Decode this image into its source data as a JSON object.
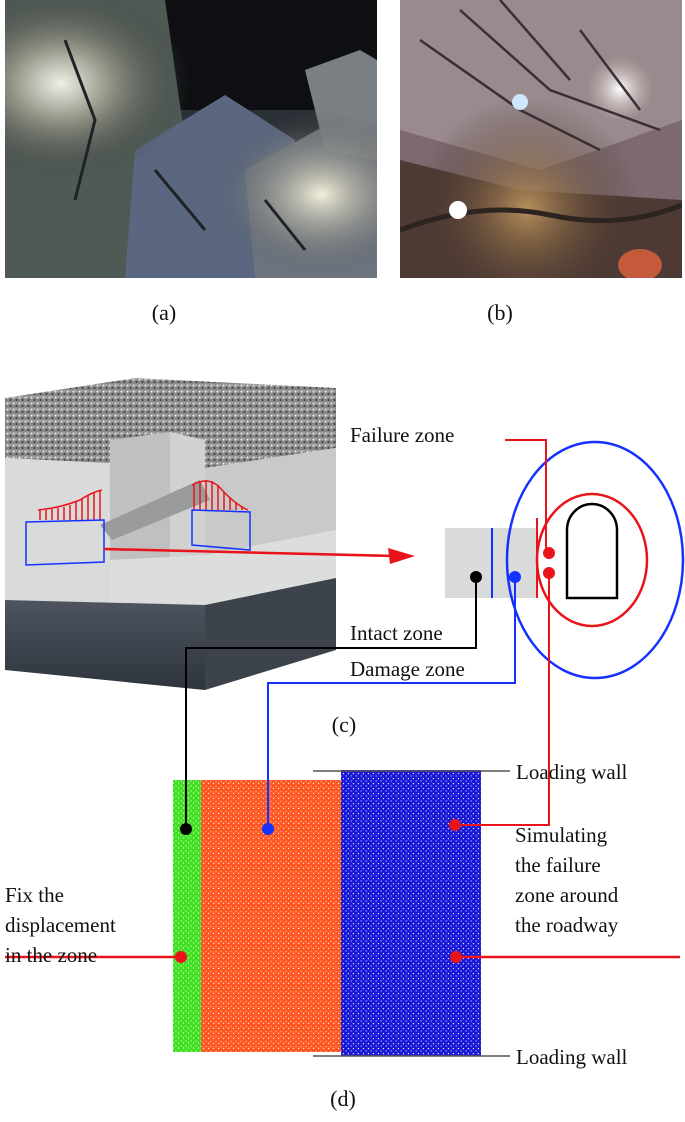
{
  "figure": {
    "panels": {
      "a": {
        "caption": "(a)"
      },
      "b": {
        "caption": "(b)"
      },
      "c": {
        "caption": "(c)"
      },
      "d": {
        "caption": "(d)"
      }
    },
    "zone_labels": {
      "failure": "Failure zone",
      "intact": "Intact zone",
      "damage": "Damage zone"
    },
    "model_labels": {
      "loading_wall_top": "Loading wall",
      "loading_wall_bottom": "Loading wall",
      "fix_lines": [
        "Fix the",
        "displacement",
        "in the zone"
      ],
      "simulating_lines": [
        "Simulating",
        "the failure",
        "zone around",
        "the roadway"
      ]
    },
    "colors": {
      "intact_zone": "#3fe01f",
      "damage_zone": "#ff5722",
      "failure_zone": "#1a1ad6",
      "failure_leader": "#e8141a",
      "damage_leader": "#1432ff",
      "intact_leader": "#000000"
    }
  }
}
